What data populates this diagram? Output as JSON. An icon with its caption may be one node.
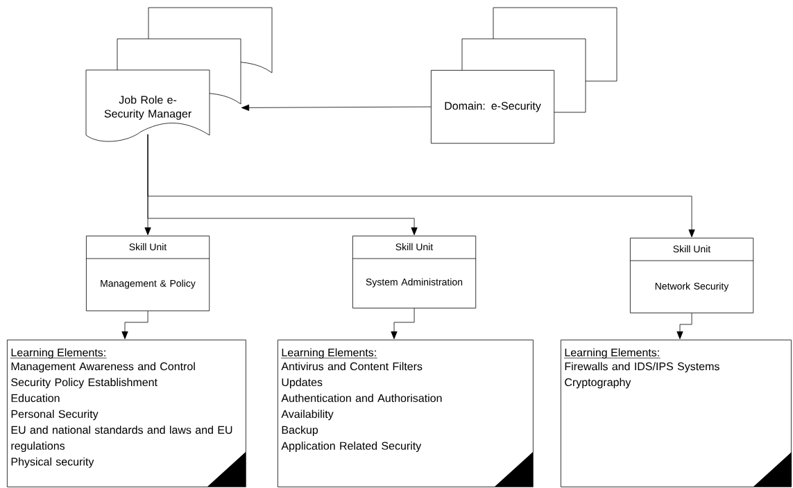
{
  "diagram": {
    "nodes": [
      {
        "text": [
          "Job Role e-Security Manager"
        ]
      },
      {
        "text": [
          "Domain: e-Security"
        ]
      },
      {
        "text": [
          "Skill Unit",
          "Management & Policy"
        ]
      },
      {
        "text": [
          "Skill Unit",
          "System Administration"
        ]
      },
      {
        "text": [
          "Skill Unit",
          "Network Security"
        ]
      },
      {
        "text": [
          "Learning Elements:",
          "Management Awareness and Control",
          "Security Policy Establishment",
          "Education",
          "Personal Security",
          "EU and national standards and laws and EU regulations",
          "Physical security"
        ]
      },
      {
        "text": [
          "Learning Elements:",
          "Antivirus and Content Filters",
          "Updates",
          "Authentication and Authorisation",
          "Availability",
          "Backup",
          "Application Related Security"
        ]
      },
      {
        "text": [
          "Learning Elements:",
          "Firewalls and IDS/IPS Systems",
          "Cryptography"
        ]
      }
    ],
    "edges": [
      {
        "from": 1,
        "to": 0,
        "arrow": "to"
      },
      {
        "from": 0,
        "to": 2,
        "arrow": "to"
      },
      {
        "from": 0,
        "to": 3,
        "arrow": "to"
      },
      {
        "from": 0,
        "to": 4,
        "arrow": "to"
      },
      {
        "from": 2,
        "to": 5,
        "arrow": "to"
      },
      {
        "from": 3,
        "to": 6,
        "arrow": "to"
      },
      {
        "from": 4,
        "to": 7,
        "arrow": "to"
      }
    ]
  }
}
